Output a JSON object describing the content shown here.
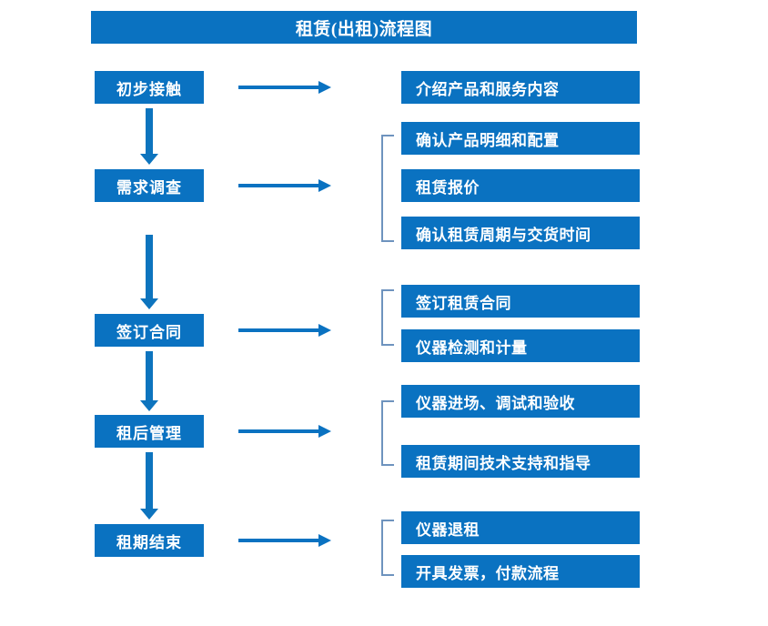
{
  "title": "租赁(出租)流程图",
  "colors": {
    "box_blue": "#0A72C1",
    "arrow_blue": "#0D74BE",
    "bracket_blue": "#6E93BE",
    "text_white": "#FFFFFF",
    "background": "#FFFFFF"
  },
  "stages": [
    {
      "label": "初步接触"
    },
    {
      "label": "需求调查"
    },
    {
      "label": "签订合同"
    },
    {
      "label": "租后管理"
    },
    {
      "label": "租期结束"
    }
  ],
  "groups": [
    {
      "stage": "初步接触",
      "bracketed": false,
      "details": [
        {
          "label": "介绍产品和服务内容"
        }
      ]
    },
    {
      "stage": "需求调查",
      "bracketed": true,
      "details": [
        {
          "label": "确认产品明细和配置"
        },
        {
          "label": "租赁报价"
        },
        {
          "label": "确认租赁周期与交货时间"
        }
      ]
    },
    {
      "stage": "签订合同",
      "bracketed": true,
      "details": [
        {
          "label": "签订租赁合同"
        },
        {
          "label": "仪器检测和计量"
        }
      ]
    },
    {
      "stage": "租后管理",
      "bracketed": true,
      "details": [
        {
          "label": "仪器进场、调试和验收"
        },
        {
          "label": "租赁期间技术支持和指导"
        }
      ]
    },
    {
      "stage": "租期结束",
      "bracketed": true,
      "details": [
        {
          "label": "仪器退租"
        },
        {
          "label": "开具发票，付款流程"
        }
      ]
    }
  ]
}
